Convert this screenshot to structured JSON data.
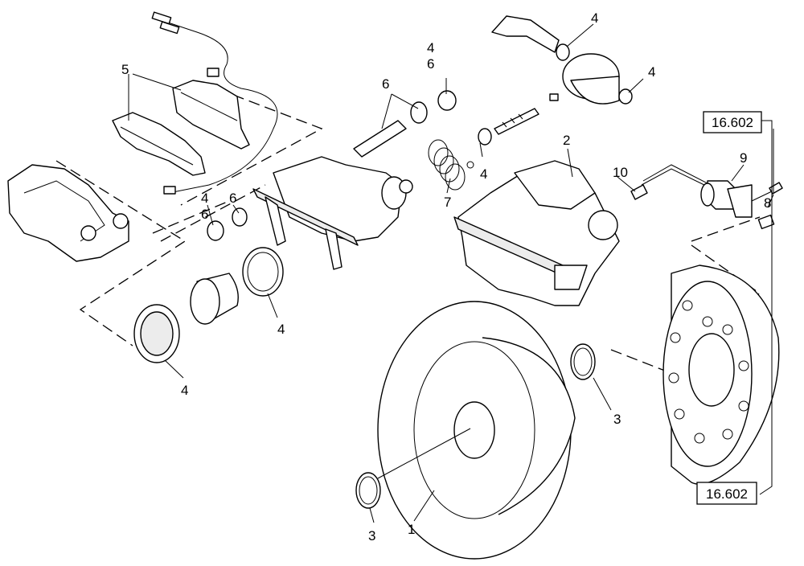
{
  "callouts": {
    "disc_1": "1",
    "caliper_2": "2",
    "ring_3_left": "3",
    "ring_3_right": "3",
    "seal_4_left": "4",
    "seal_4_mid": "4",
    "seal_4_center": "4",
    "seal_4_upper": "4",
    "seal_4_topa": "4",
    "seal_4_topb": "4",
    "seal_4_tube": "4",
    "pads_5": "5",
    "bushing_6_left": "6",
    "bushing_6_mid": "6",
    "bushing_6_upper": "6",
    "spring_7": "7",
    "screw_8": "8",
    "sensor_9": "9",
    "fitting_10": "10"
  },
  "references": {
    "top": "16.602",
    "bottom": "16.602"
  }
}
